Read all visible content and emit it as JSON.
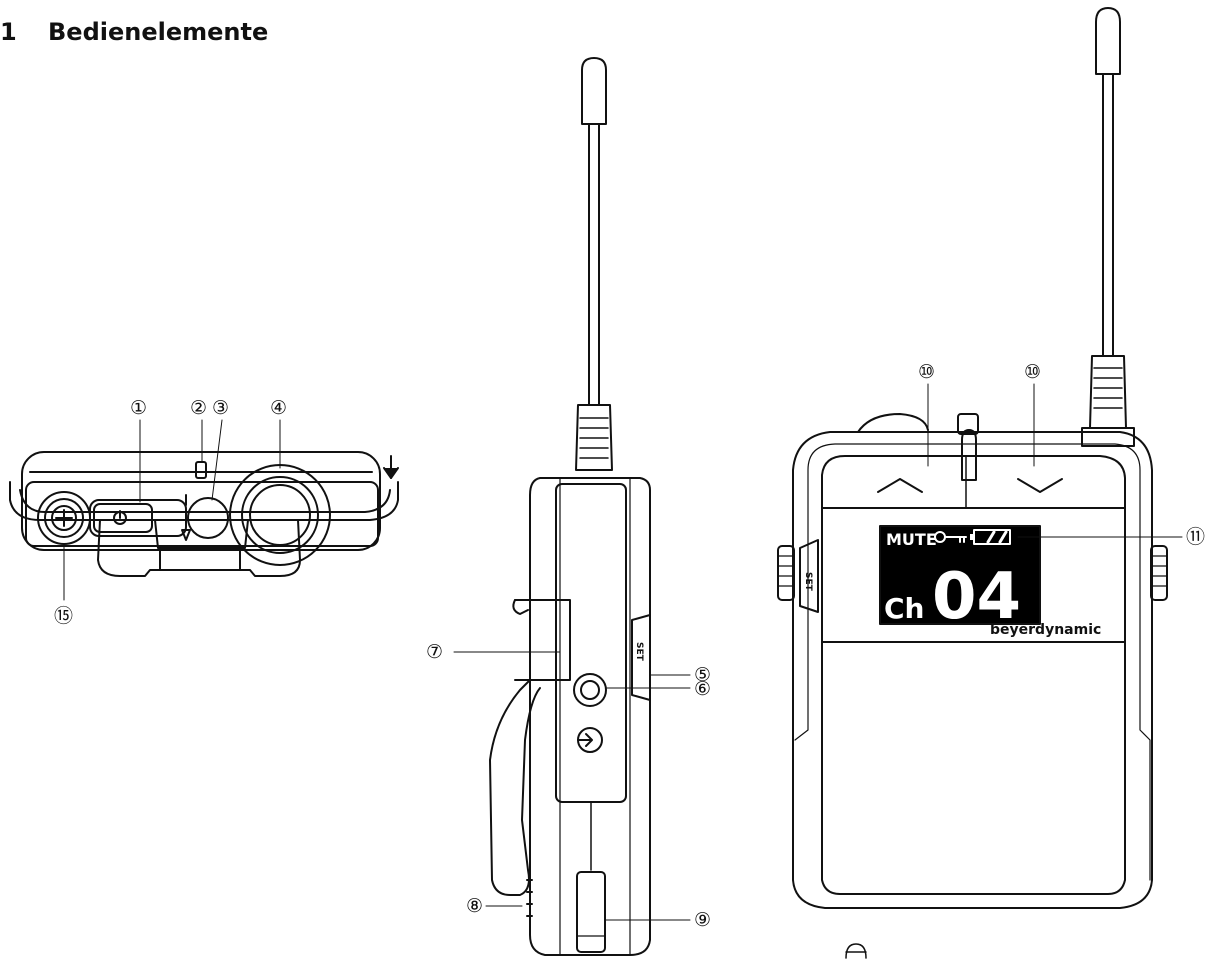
{
  "heading": {
    "number": "1",
    "title": "Bedienelemente"
  },
  "callouts": [
    "①",
    "②",
    "③",
    "④",
    "⑤",
    "⑥",
    "⑦",
    "⑧",
    "⑨",
    "⑩",
    "⑩",
    "⑪",
    "⑮"
  ],
  "display": {
    "status": "MUTE",
    "channel_prefix": "Ch",
    "channel_number": "04"
  },
  "brand": "beyerdynamic",
  "set_label": "SET",
  "colors": {
    "ink": "#111111",
    "screen": "#000000",
    "paper": "#ffffff"
  }
}
